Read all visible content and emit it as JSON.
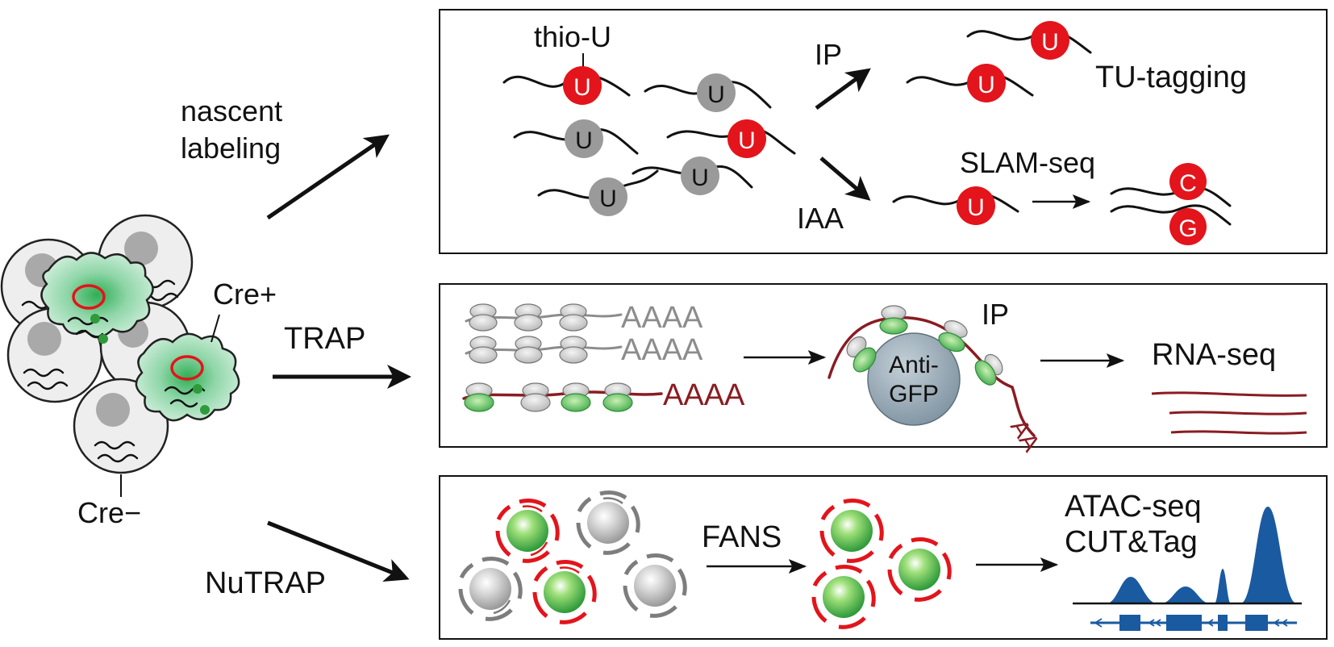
{
  "colors": {
    "labeled_u": "#e3141b",
    "unlabeled_u": "#9a9a9a",
    "gfp_green": "#3bb54a",
    "cre_cell": "#bfe8d2",
    "rna_dark_red": "#8a1c22",
    "peak_blue": "#1a5aa0",
    "antibody_bead": "#8ea0ad"
  },
  "cells": {
    "cre_pos_label": "Cre+",
    "cre_neg_label": "Cre−"
  },
  "arrows": {
    "nascent_line1": "nascent",
    "nascent_line2": "labeling",
    "trap": "TRAP",
    "nutrap": "NuTRAP"
  },
  "panel_nascent": {
    "thio_label": "thio-U",
    "base_u": "U",
    "ip_label": "IP",
    "iaa_label": "IAA",
    "tu_tagging": "TU-tagging",
    "slam_seq": "SLAM-seq",
    "base_c": "C",
    "base_g": "G"
  },
  "panel_trap": {
    "polya": "AAAA",
    "polya_short": "AA",
    "ip_label": "IP",
    "antibody_line1": "Anti-",
    "antibody_line2": "GFP",
    "rna_seq": "RNA-seq"
  },
  "panel_nutrap": {
    "fans": "FANS",
    "atac_seq": "ATAC-seq",
    "cut_tag": "CUT&Tag"
  }
}
